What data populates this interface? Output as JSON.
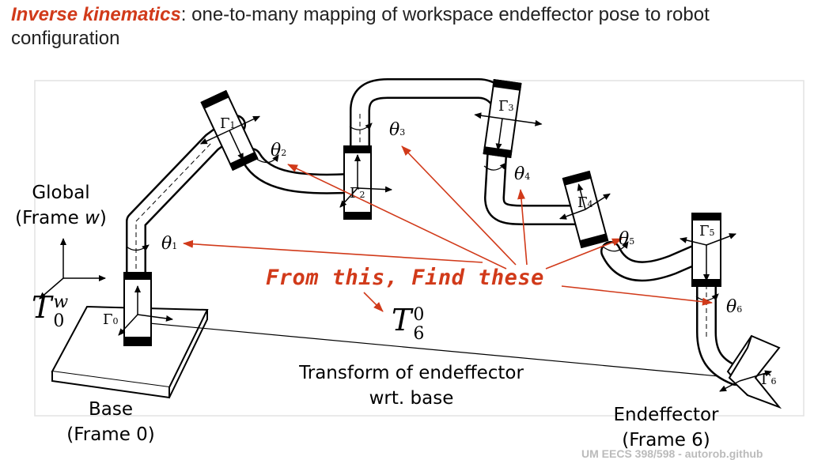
{
  "title": {
    "emphasis": "Inverse kinematics",
    "rest": ": one-to-many mapping of workspace endeffector pose to robot configuration"
  },
  "labels": {
    "global_line1": "Global",
    "global_line2_pre": "(Frame ",
    "global_line2_var": "w",
    "global_line2_post": ")",
    "base_line1": "Base",
    "base_line2": "(Frame 0)",
    "endeffector_line1": "Endeffector",
    "endeffector_line2": "(Frame 6)",
    "transform_line1": "Transform of endeffector",
    "transform_line2": "wrt. base",
    "annotation": "From this, Find these"
  },
  "math": {
    "T0w": {
      "symbol": "T",
      "sup": "w",
      "sub": "0"
    },
    "T60": {
      "symbol": "T",
      "sup": "0",
      "sub": "6"
    },
    "thetas": [
      {
        "sym": "θ",
        "sub": "1"
      },
      {
        "sym": "θ",
        "sub": "2"
      },
      {
        "sym": "θ",
        "sub": "3"
      },
      {
        "sym": "θ",
        "sub": "4"
      },
      {
        "sym": "θ",
        "sub": "5"
      },
      {
        "sym": "θ",
        "sub": "6"
      }
    ],
    "gammas": [
      {
        "sym": "Γ",
        "sub": "0"
      },
      {
        "sym": "Γ",
        "sub": "1"
      },
      {
        "sym": "Γ",
        "sub": "2"
      },
      {
        "sym": "Γ",
        "sub": "3"
      },
      {
        "sym": "Γ",
        "sub": "4"
      },
      {
        "sym": "Γ",
        "sub": "5"
      },
      {
        "sym": "Γ",
        "sub": "6"
      }
    ]
  },
  "footer": "UM EECS 398/598 - autorob.github",
  "colors": {
    "accent": "#d13a1a",
    "ink": "#000000"
  }
}
